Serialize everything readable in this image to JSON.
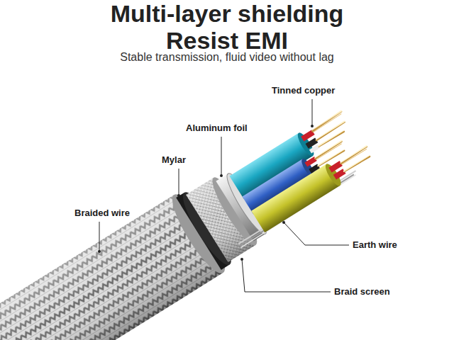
{
  "diagram": {
    "title": "Multi-layer shielding Resist EMI",
    "labels": [
      "Stable transmission, fluid video without lag",
      "Tinned copper",
      "Aluminum foil",
      "Mylar",
      "Braided wire",
      "Earth wire",
      "Braid screen"
    ]
  }
}
